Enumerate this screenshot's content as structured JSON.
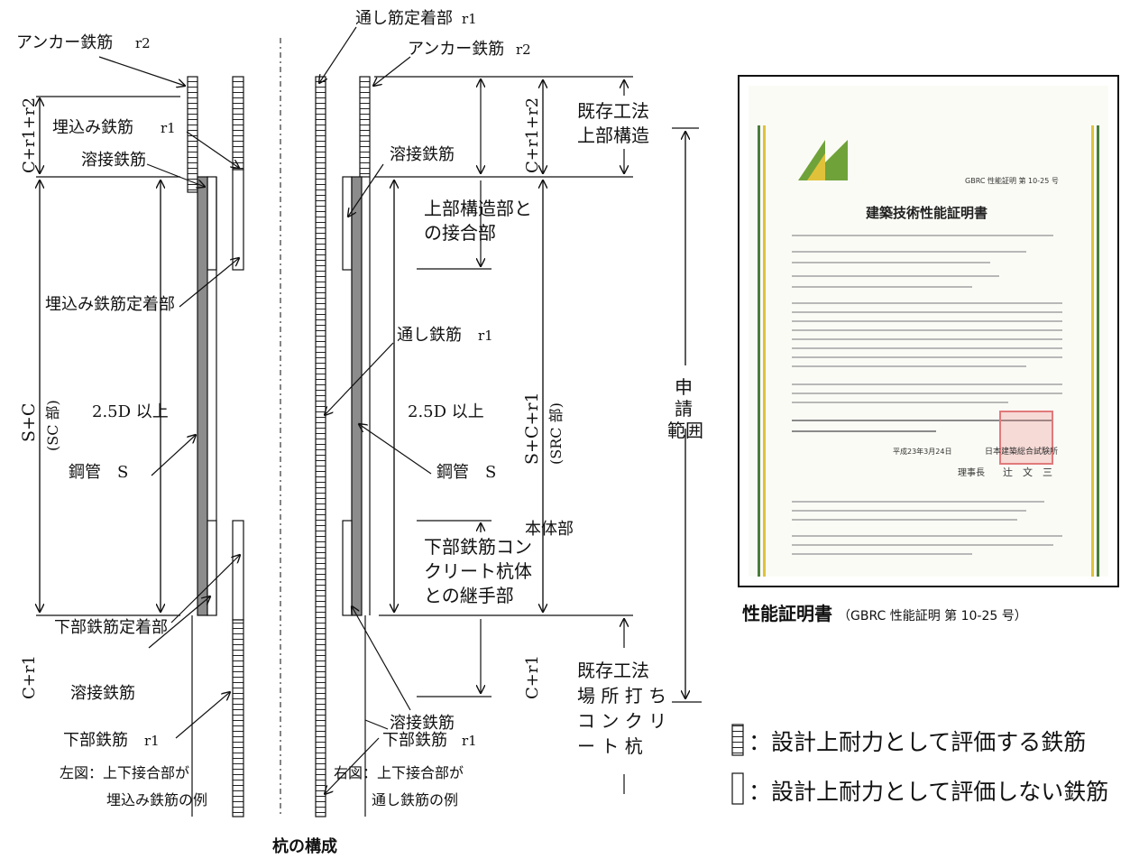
{
  "figure_title": "杭の構成",
  "left_figure": {
    "caption_line1": "左図：上下接合部が",
    "caption_line2": "埋込み鉄筋の例",
    "labels": {
      "anchor_rebar": "アンカー鉄筋",
      "anchor_rebar_r": "r2",
      "embedded_rebar": "埋込み鉄筋",
      "embedded_rebar_r": "r1",
      "welded_rebar_top": "溶接鉄筋",
      "embedded_anchor_zone": "埋込み鉄筋定着部",
      "length_2_5d": "2.5D 以上",
      "steel_pipe": "鋼管　S",
      "lower_anchor_zone": "下部鉄筋定着部",
      "welded_rebar_bottom": "溶接鉄筋",
      "lower_rebar": "下部鉄筋",
      "lower_rebar_r": "r1"
    },
    "dims": {
      "top": "C+r1+r2",
      "middle": "S+C",
      "middle_sub": "(SC 部)",
      "bottom": "C+r1"
    }
  },
  "right_figure": {
    "caption_line1": "右図：上下接合部が",
    "caption_line2": "通し鉄筋の例",
    "labels": {
      "through_anchor": "通し筋定着部",
      "through_anchor_r": "r1",
      "anchor_rebar": "アンカー鉄筋",
      "anchor_rebar_r": "r2",
      "welded_rebar_top": "溶接鉄筋",
      "upper_joint_line1": "上部構造部と",
      "upper_joint_line2": "の接合部",
      "through_rebar": "通し鉄筋",
      "through_rebar_r": "r1",
      "length_2_5d": "2.5D 以上",
      "steel_pipe": "鋼管　S",
      "main_body": "本体部",
      "lower_joint_line1": "下部鉄筋コン",
      "lower_joint_line2": "クリート杭体",
      "lower_joint_line3": "との継手部",
      "welded_rebar_bottom": "溶接鉄筋",
      "lower_rebar": "下部鉄筋",
      "lower_rebar_r": "r1",
      "existing_upper_line1": "既存工法",
      "existing_upper_line2": "上部構造",
      "existing_lower_line1": "既存工法",
      "existing_lower_line2": "場 所 打 ち",
      "existing_lower_line3": "コ ン ク リ",
      "existing_lower_line4": "ー ト 杭",
      "application_line1": "申",
      "application_line2": "請",
      "application_line3": "範囲"
    },
    "dims": {
      "top": "C+r1+r2",
      "middle": "S+C+r1",
      "middle_sub": "(SRC 部)",
      "bottom": "C+r1"
    }
  },
  "certificate": {
    "caption": "性能証明書",
    "caption_number": "（GBRC 性能証明 第 10-25 号）",
    "doc_title": "建築技術性能証明書",
    "doc_number": "GBRC 性能証明 第 10-25 号",
    "org_name": "日本建築総合試験所",
    "date": "平成23年3月24日",
    "signer_title": "理事長",
    "signer_name": "辻　文　三"
  },
  "legend": [
    {
      "icon": "hatched-rebar-icon",
      "text": "：設計上耐力として評価する鉄筋"
    },
    {
      "icon": "plain-rebar-icon",
      "text": "：設計上耐力として評価しない鉄筋"
    }
  ]
}
